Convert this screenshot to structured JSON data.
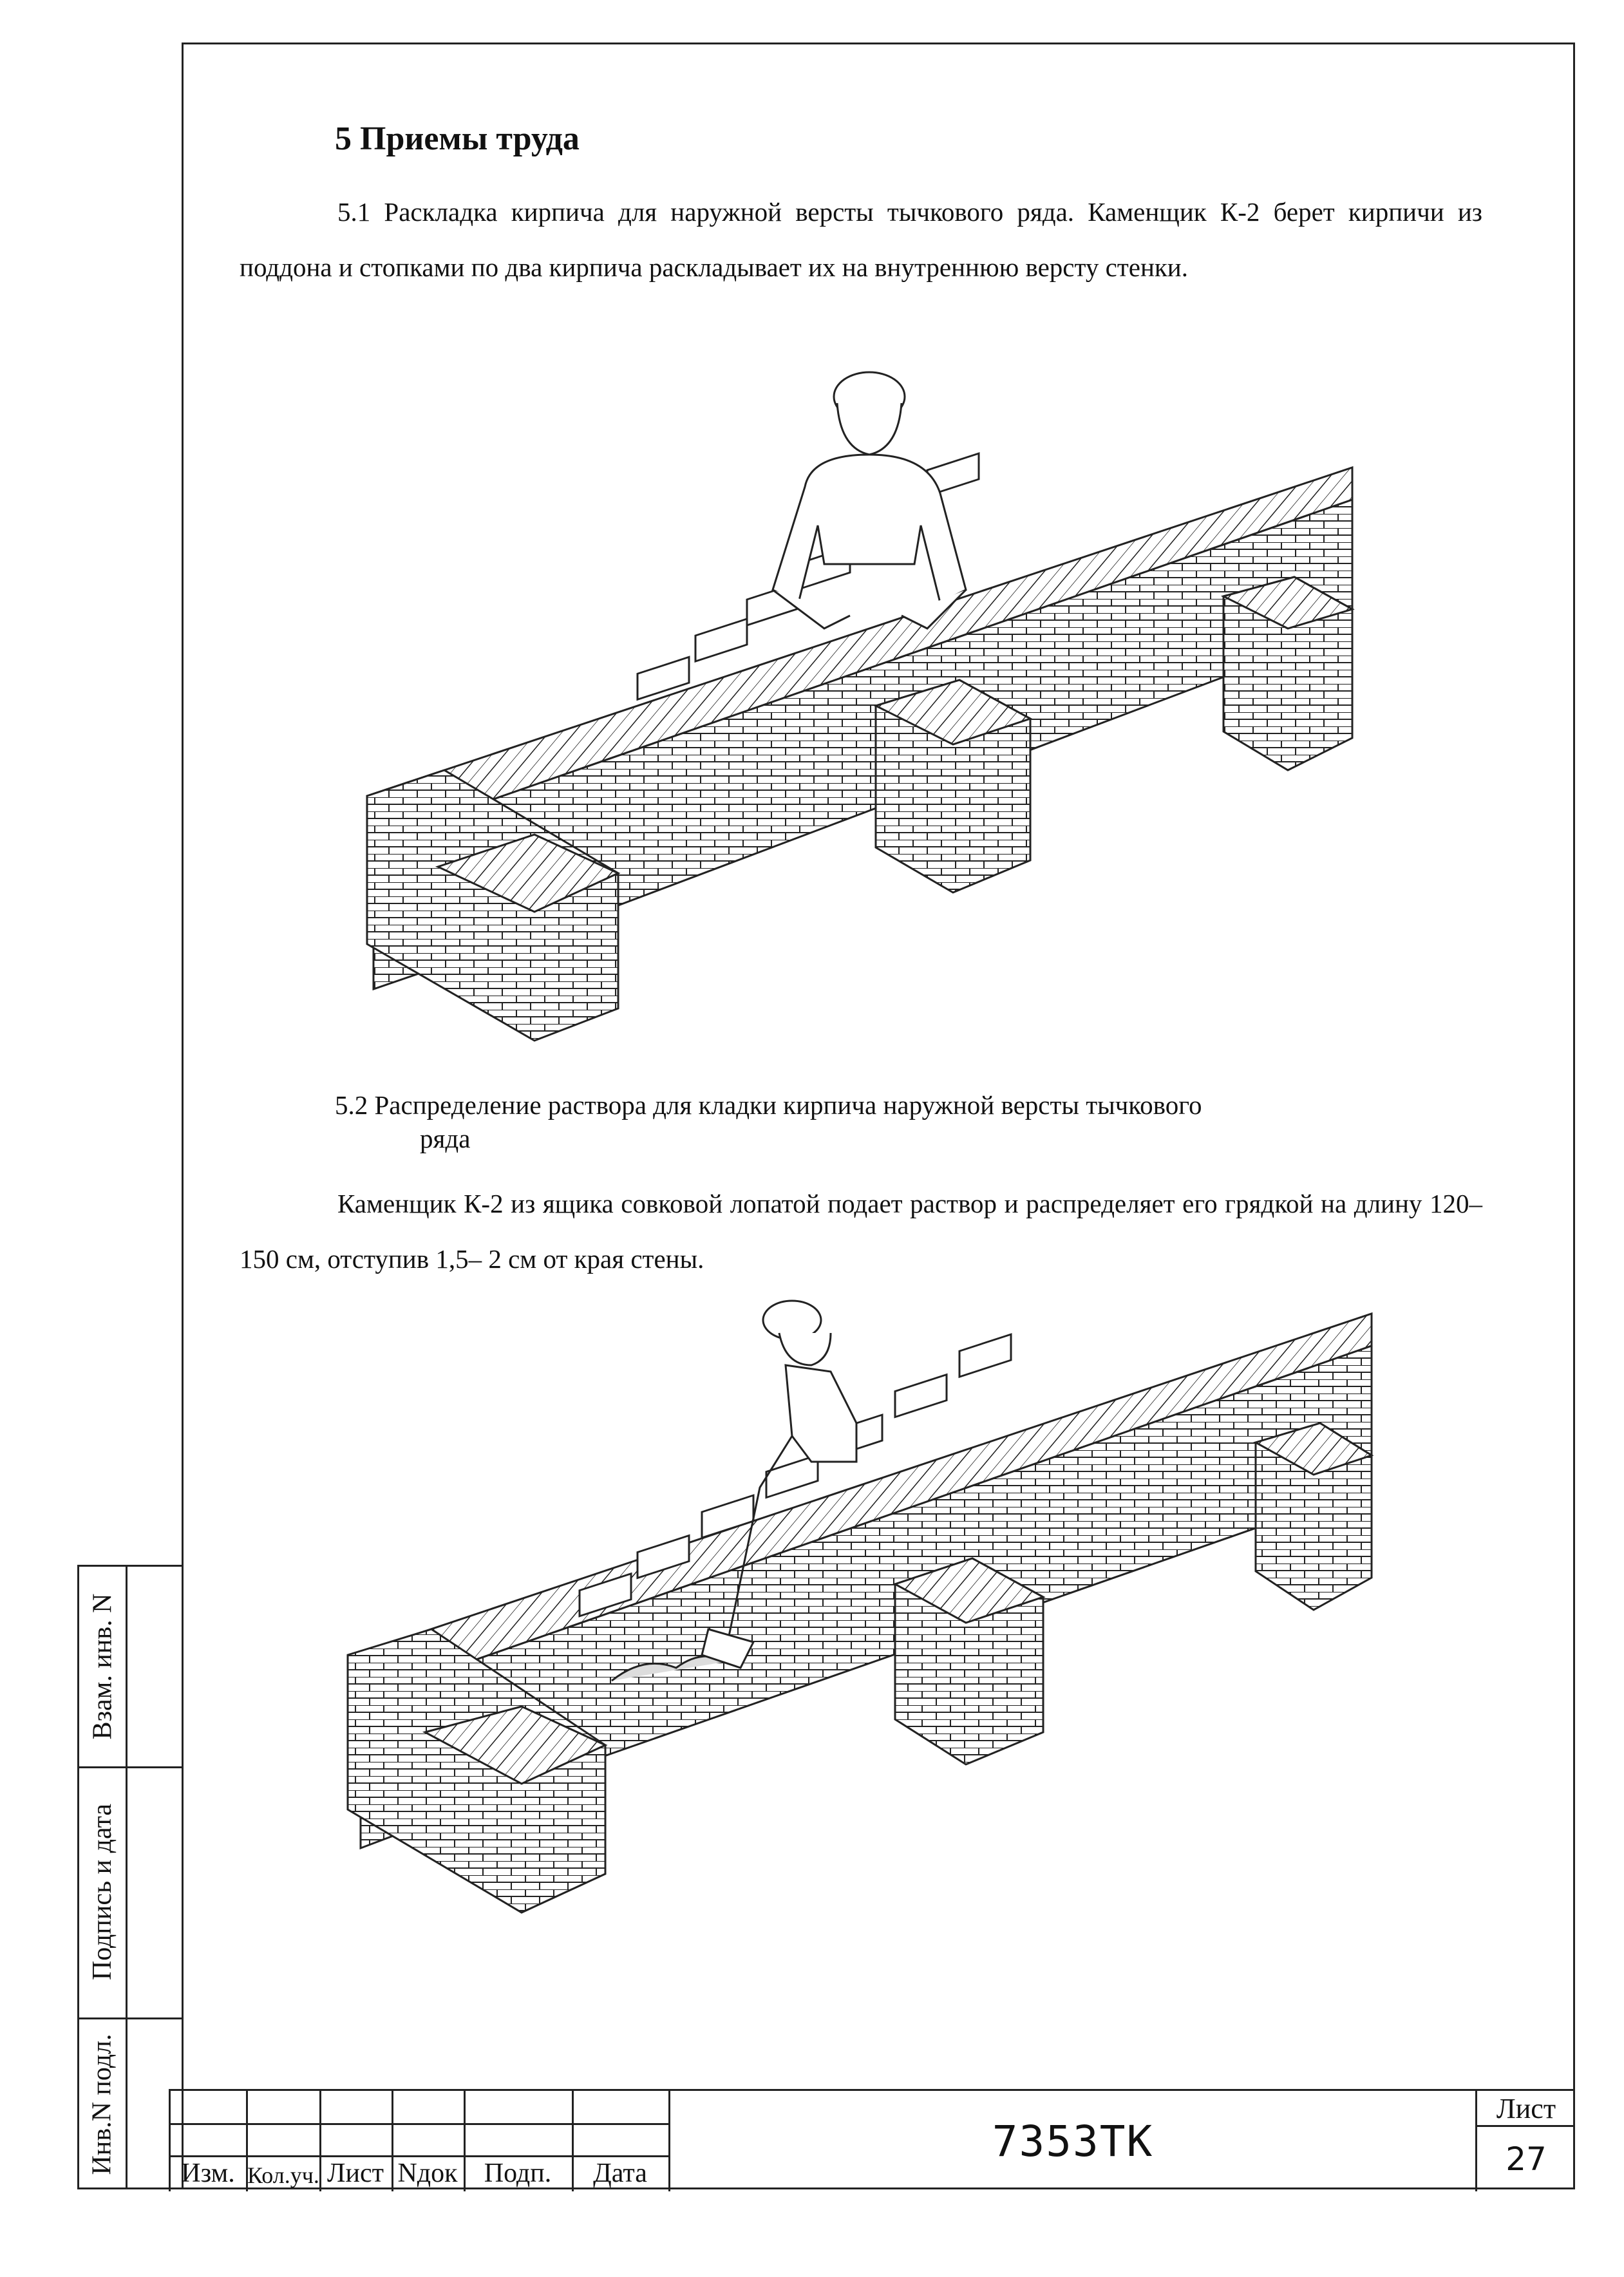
{
  "section": {
    "heading": "5 Приемы труда"
  },
  "step1": {
    "text": "5.1 Раскладка кирпича для наружной версты тычкового ряда. Каменщик К-2 берет кирпичи из поддона и стопками по два кирпича раскладывает их на внутреннюю версту стенки."
  },
  "step2": {
    "title_line1": "5.2  Распределение раствора для кладки кирпича наружной версты тычкового",
    "title_line2": "ряда",
    "text": "Каменщик К-2 из ящика совковой лопатой подает раствор и распределяет его грядкой на длину 120–150 см, отступив 1,5– 2 см от края стены."
  },
  "margin_stamp": {
    "inv_number": "Инв.N подл.",
    "signature_date": "Подпись и дата",
    "replace_inv": "Взам. инв. N"
  },
  "title_block": {
    "columns": [
      "Изм.",
      "Кол.уч.",
      "Лист",
      "Nдок",
      "Подп.",
      "Дата"
    ],
    "document_code": "7353ТК",
    "sheet_label": "Лист",
    "sheet_number": "27"
  }
}
